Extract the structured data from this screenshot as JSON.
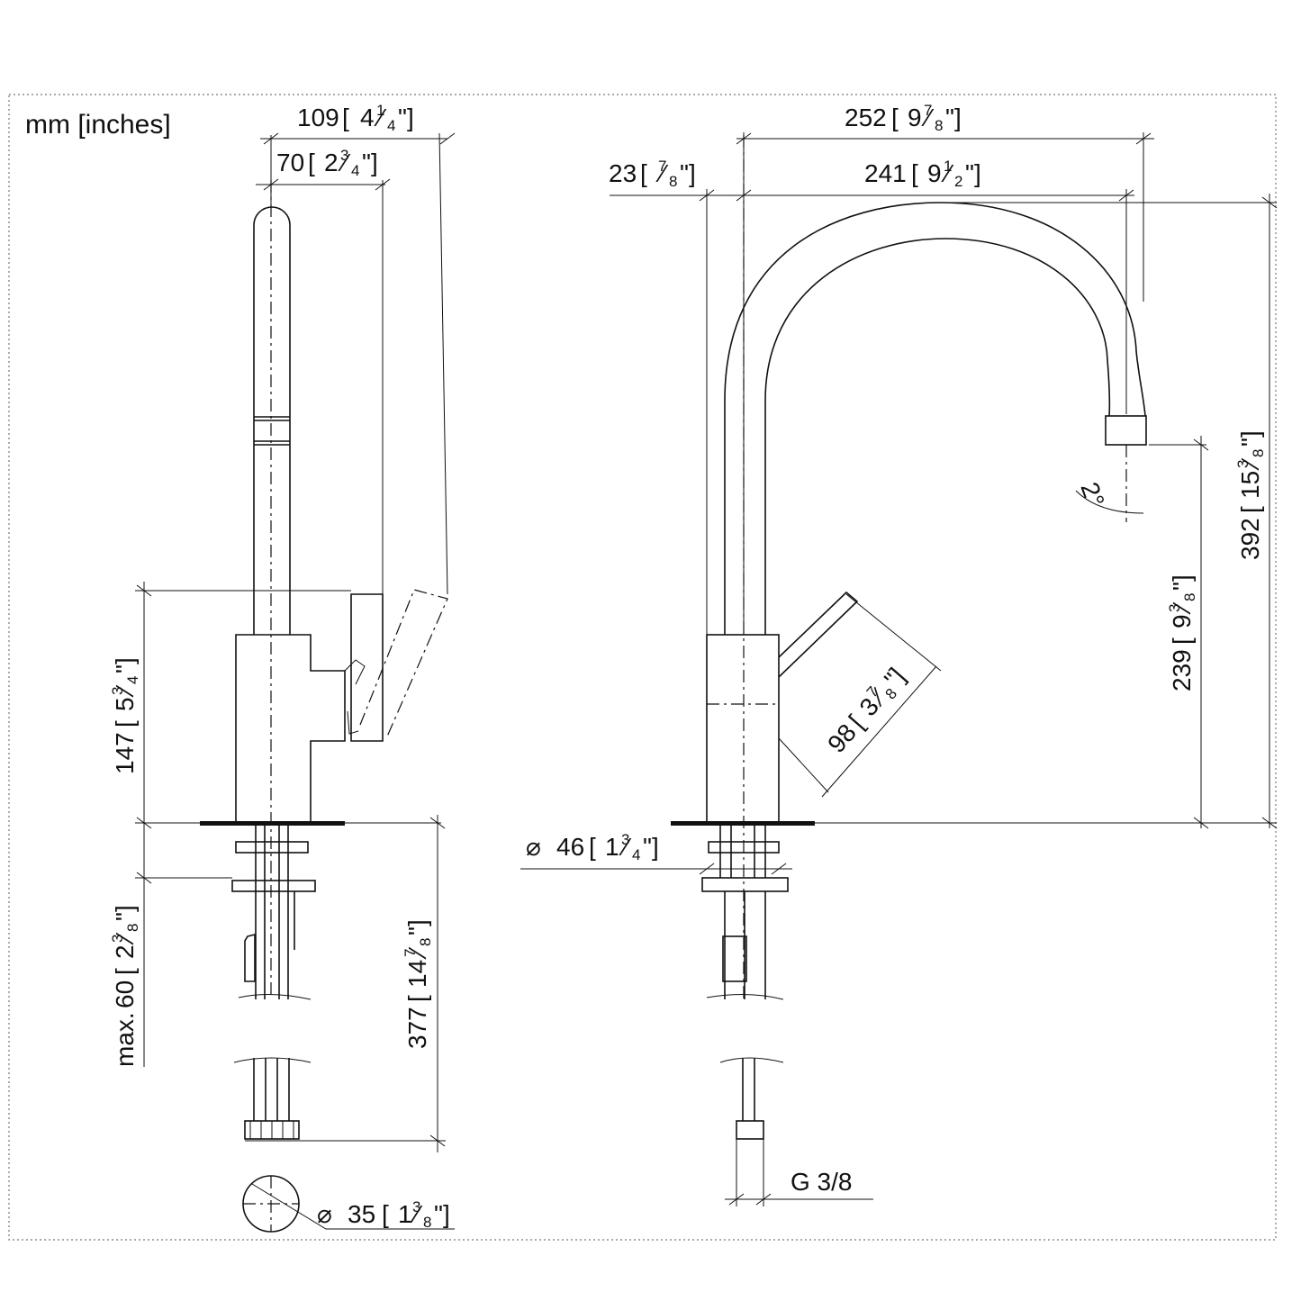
{
  "units_note": "mm [inches]",
  "side_view": {
    "overall_width": {
      "mm": "109",
      "in_whole": "4",
      "in_num": "1",
      "in_den": "4"
    },
    "spout_offset": {
      "mm": "70",
      "in_whole": "2",
      "in_num": "3",
      "in_den": "4"
    },
    "body_height": {
      "mm": "147",
      "in_whole": "5",
      "in_num": "3",
      "in_den": "4"
    },
    "deck_thickness": {
      "prefix": "max.",
      "mm": "60",
      "in_whole": "2",
      "in_num": "3",
      "in_den": "8"
    },
    "below_deck_length": {
      "mm": "377",
      "in_whole": "14",
      "in_num": "7",
      "in_den": "8"
    },
    "hole_diameter": {
      "symbol": "⌀",
      "mm": "35",
      "in_whole": "1",
      "in_num": "3",
      "in_den": "8"
    }
  },
  "front_view": {
    "overall_reach": {
      "mm": "252",
      "in_whole": "9",
      "in_num": "7",
      "in_den": "8"
    },
    "spout_reach": {
      "mm": "241",
      "in_whole": "9",
      "in_num": "1",
      "in_den": "2"
    },
    "body_offset": {
      "mm": "23",
      "in_whole": "",
      "in_num": "7",
      "in_den": "8"
    },
    "total_height": {
      "mm": "392",
      "in_whole": "15",
      "in_num": "3",
      "in_den": "8"
    },
    "outlet_height": {
      "mm": "239",
      "in_whole": "9",
      "in_num": "3",
      "in_den": "8"
    },
    "lever_length": {
      "mm": "98",
      "in_whole": "3",
      "in_num": "7",
      "in_den": "8"
    },
    "base_diameter": {
      "symbol": "⌀",
      "mm": "46",
      "in_whole": "1",
      "in_num": "3",
      "in_den": "4"
    },
    "outlet_angle": "2°",
    "connection_thread": "G 3/8"
  }
}
